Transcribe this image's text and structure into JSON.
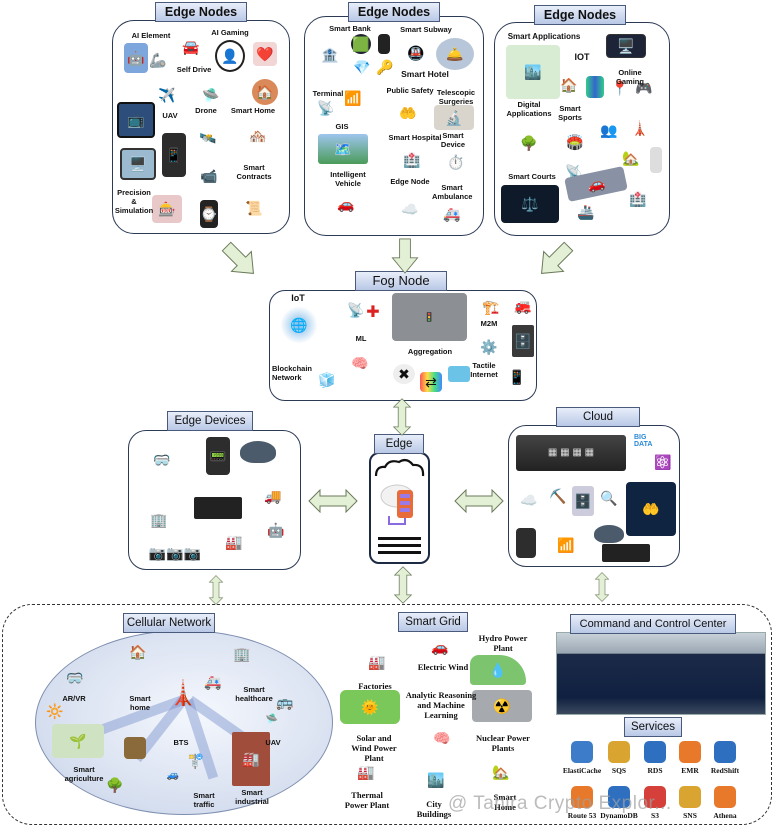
{
  "diagram": {
    "type": "edge-fog-cloud architecture",
    "colors": {
      "panel_border": "#2b3a55",
      "title_tab_top": "#e8eefa",
      "title_tab_bottom": "#b9c8e6",
      "arrow_fill": "#e3f0d6",
      "arrow_stroke": "#6a7a5a",
      "region_dash": "#333333"
    }
  },
  "edge_nodes_left": {
    "title": "Edge Nodes",
    "labels": {
      "ai_element": "AI Element",
      "self_drive": "Self Drive",
      "ai_gaming": "AI Gaming",
      "uav": "UAV",
      "drone": "Drone",
      "smart_home": "Smart Home",
      "smart_contracts": "Smart Contracts",
      "precision_simulation": "Precision & Simulation"
    }
  },
  "edge_nodes_center": {
    "title": "Edge Nodes",
    "labels": {
      "smart_bank": "Smart Bank",
      "smart_subway": "Smart Subway",
      "smart_hotel": "Smart Hotel",
      "terminal": "Terminal",
      "public_safety": "Public Safety",
      "telescopic_surgeries": "Telescopic Surgeries",
      "gis": "GIS",
      "smart_hospital": "Smart Hospital",
      "smart_device": "Smart Device",
      "intelligent_vehicle": "Intelligent Vehicle",
      "edge_node": "Edge Node",
      "smart_ambulance": "Smart Ambulance"
    }
  },
  "edge_nodes_right": {
    "title": "Edge Nodes",
    "labels": {
      "smart_applications": "Smart Applications",
      "online_gaming": "Online Gaming",
      "digital_applications": "Digital Applications",
      "smart_sports": "Smart Sports",
      "smart_courts": "Smart Courts"
    }
  },
  "fog_node": {
    "title": "Fog Node",
    "labels": {
      "iot": "IoT",
      "ml": "ML",
      "aggregation": "Aggregation",
      "m2m": "M2M",
      "blockchain_network": "Blockchain Network",
      "tactile_internet": "Tactile Internet"
    }
  },
  "edge_devices": {
    "title": "Edge Devices"
  },
  "edge": {
    "title": "Edge"
  },
  "cloud": {
    "title": "Cloud",
    "big_data": "BIG DATA"
  },
  "cellular_network": {
    "title": "Cellular Network",
    "labels": {
      "ar_vr": "AR/VR",
      "smart_home": "Smart home",
      "smart_healthcare": "Smart healthcare",
      "bts": "BTS",
      "uav": "UAV",
      "smart_agriculture": "Smart agriculture",
      "smart_traffic": "Smart traffic",
      "smart_industrial": "Smart industrial"
    }
  },
  "smart_grid": {
    "title": "Smart Grid",
    "labels": {
      "electric_wind": "Electric Wind",
      "hydro_power_plant": "Hydro Power Plant",
      "factories": "Factories",
      "analytic_reasoning": "Analytic Reasoning and Machine Learning",
      "solar_wind": "Solar and Wind Power Plant",
      "nuclear": "Nuclear Power Plants",
      "thermal": "Thermal Power Plant",
      "city_buildings": "City Buildings",
      "smart_home": "Smart Home"
    }
  },
  "command_control": {
    "title": "Command and Control Center",
    "services_title": "Services",
    "services": [
      {
        "name": "ElastiCache",
        "color": "#3d7cc9"
      },
      {
        "name": "SQS",
        "color": "#d9a530"
      },
      {
        "name": "RDS",
        "color": "#2f6fbf"
      },
      {
        "name": "EMR",
        "color": "#e8782a"
      },
      {
        "name": "RedShift",
        "color": "#2f6fbf"
      },
      {
        "name": "Route 53",
        "color": "#e8782a"
      },
      {
        "name": "DynamoDB",
        "color": "#2f6fbf"
      },
      {
        "name": "S3",
        "color": "#d6403a"
      },
      {
        "name": "SNS",
        "color": "#d9a530"
      },
      {
        "name": "Athena",
        "color": "#e8782a"
      }
    ]
  },
  "watermark": "@ Tahira Crypto Explor..."
}
